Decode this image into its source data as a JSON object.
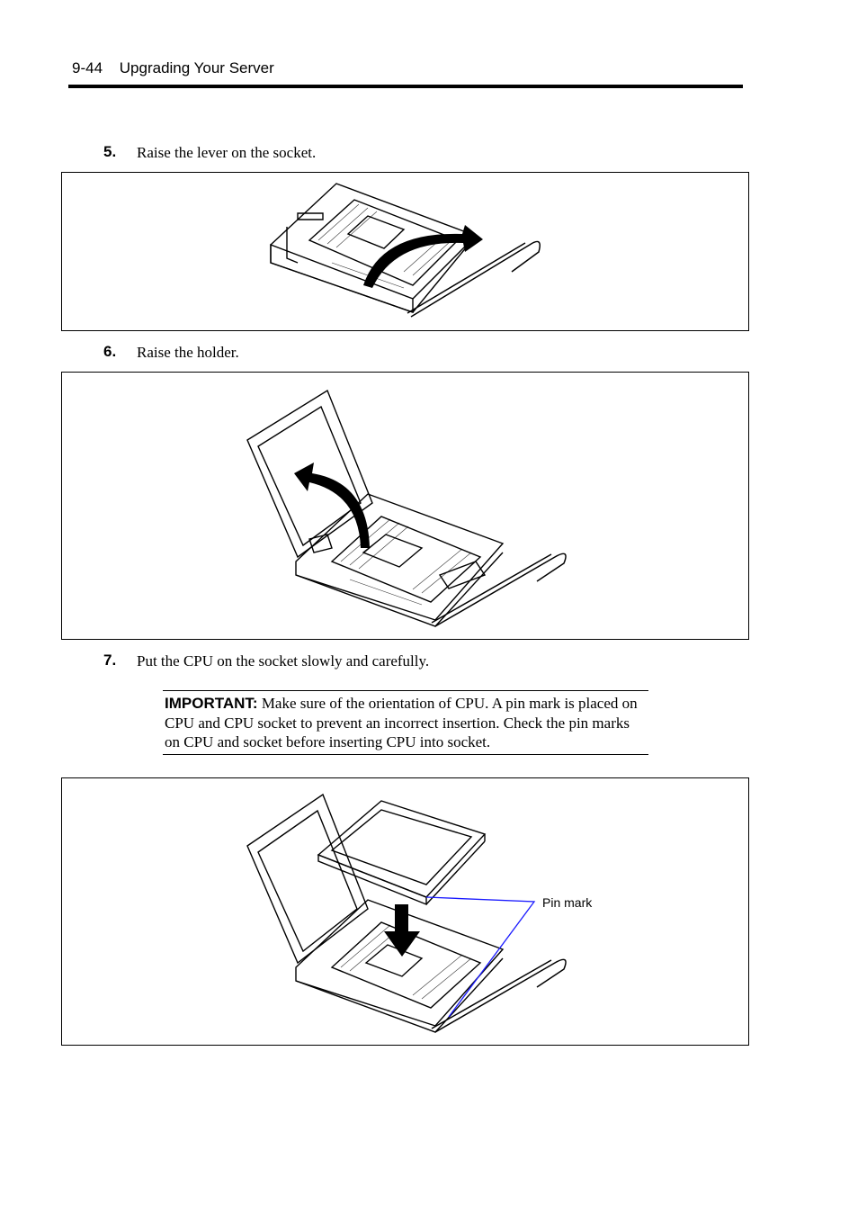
{
  "header": {
    "section": "9-44",
    "title": "Upgrading Your Server"
  },
  "steps": [
    {
      "number": "5.",
      "text": "Raise the lever on the socket."
    },
    {
      "number": "6.",
      "text": "Raise the holder."
    },
    {
      "number": "7.",
      "text": "Put the CPU on the socket slowly and carefully."
    }
  ],
  "important": {
    "label": "IMPORTANT:",
    "text": " Make sure of the orientation of CPU. A pin mark is placed on CPU and CPU socket to prevent an incorrect insertion. Check the pin marks on CPU and socket before inserting CPU into socket."
  },
  "figure3": {
    "callout": "Pin mark",
    "callout_color": "#1a1aff"
  }
}
